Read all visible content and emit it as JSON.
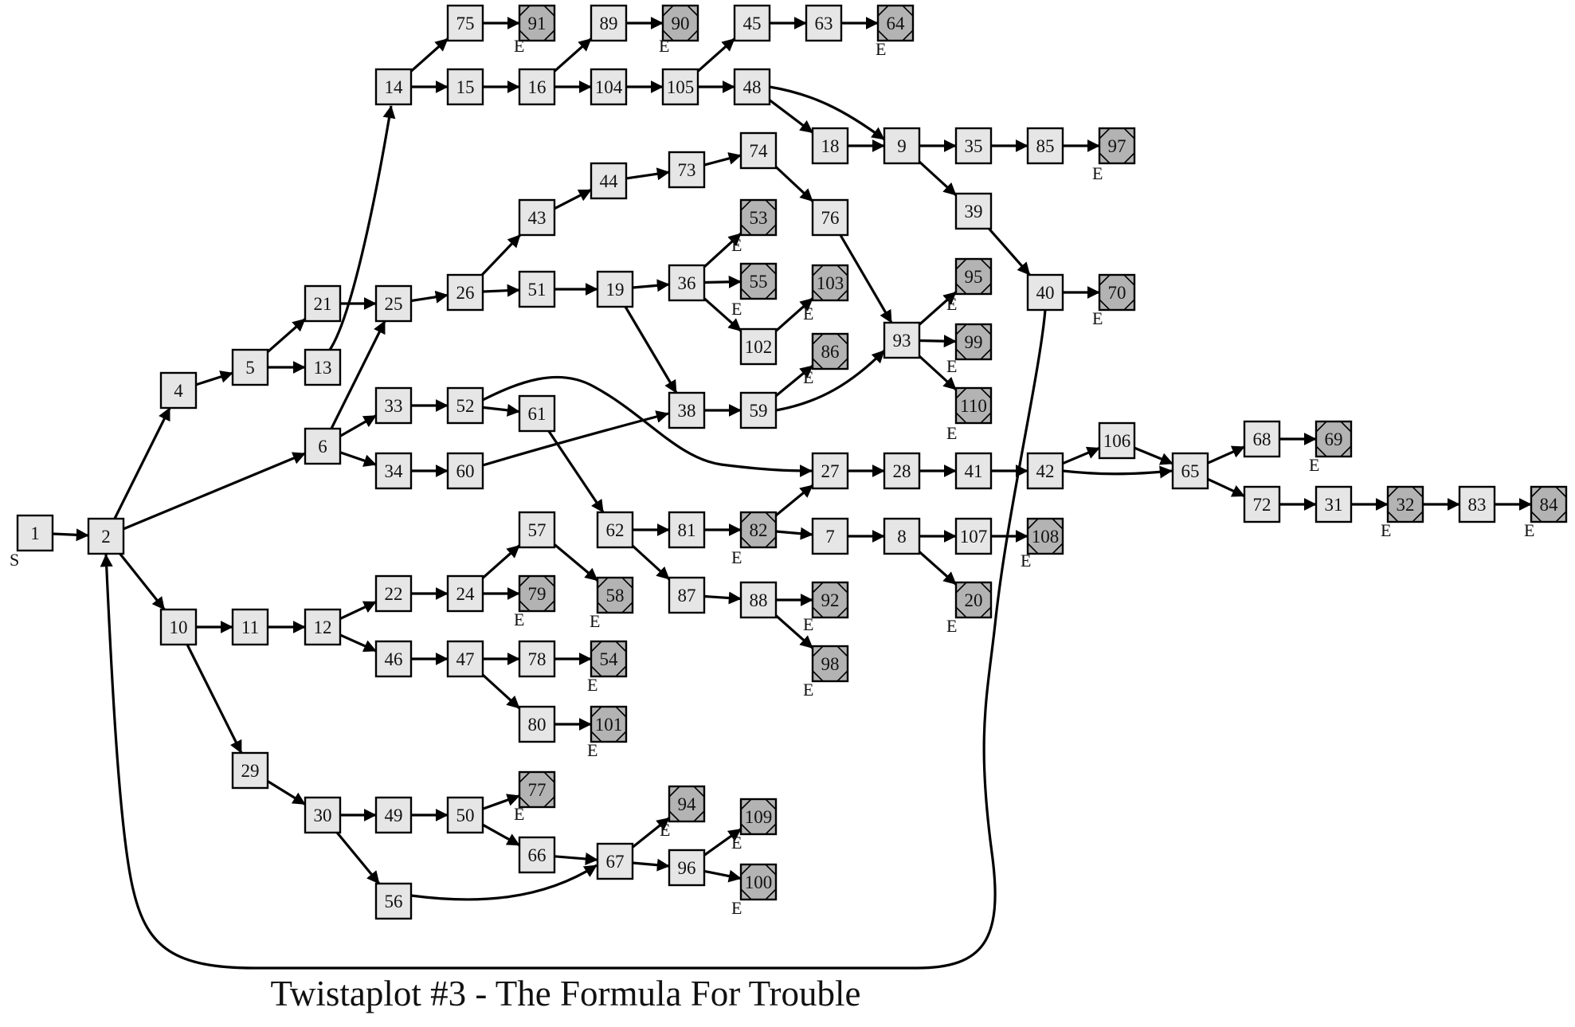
{
  "title": "Twistaplot #3 - The Formula For Trouble",
  "colors": {
    "node_fill": "#e6e6e6",
    "end_fill": "#b3b3b3",
    "stroke": "#000000",
    "background": "#ffffff"
  },
  "start_label": "S",
  "end_label": "E",
  "nodes": [
    {
      "id": "1",
      "tag": "S"
    },
    {
      "id": "2"
    },
    {
      "id": "4"
    },
    {
      "id": "5"
    },
    {
      "id": "21"
    },
    {
      "id": "13"
    },
    {
      "id": "25"
    },
    {
      "id": "14"
    },
    {
      "id": "75"
    },
    {
      "id": "91",
      "tag": "E"
    },
    {
      "id": "15"
    },
    {
      "id": "16"
    },
    {
      "id": "89"
    },
    {
      "id": "90",
      "tag": "E"
    },
    {
      "id": "104"
    },
    {
      "id": "105"
    },
    {
      "id": "45"
    },
    {
      "id": "63"
    },
    {
      "id": "64",
      "tag": "E"
    },
    {
      "id": "48"
    },
    {
      "id": "18"
    },
    {
      "id": "9"
    },
    {
      "id": "35"
    },
    {
      "id": "85"
    },
    {
      "id": "97",
      "tag": "E"
    },
    {
      "id": "39"
    },
    {
      "id": "40"
    },
    {
      "id": "70",
      "tag": "E"
    },
    {
      "id": "6"
    },
    {
      "id": "26"
    },
    {
      "id": "43"
    },
    {
      "id": "44"
    },
    {
      "id": "73"
    },
    {
      "id": "74"
    },
    {
      "id": "76"
    },
    {
      "id": "51"
    },
    {
      "id": "19"
    },
    {
      "id": "36"
    },
    {
      "id": "53",
      "tag": "E"
    },
    {
      "id": "55",
      "tag": "E"
    },
    {
      "id": "102"
    },
    {
      "id": "103",
      "tag": "E"
    },
    {
      "id": "93"
    },
    {
      "id": "95",
      "tag": "E"
    },
    {
      "id": "99",
      "tag": "E"
    },
    {
      "id": "110",
      "tag": "E"
    },
    {
      "id": "33"
    },
    {
      "id": "52"
    },
    {
      "id": "61"
    },
    {
      "id": "38"
    },
    {
      "id": "59"
    },
    {
      "id": "86",
      "tag": "E"
    },
    {
      "id": "34"
    },
    {
      "id": "60"
    },
    {
      "id": "27"
    },
    {
      "id": "28"
    },
    {
      "id": "41"
    },
    {
      "id": "42"
    },
    {
      "id": "106"
    },
    {
      "id": "65"
    },
    {
      "id": "68"
    },
    {
      "id": "69",
      "tag": "E"
    },
    {
      "id": "72"
    },
    {
      "id": "31"
    },
    {
      "id": "32",
      "tag": "E"
    },
    {
      "id": "83"
    },
    {
      "id": "84",
      "tag": "E"
    },
    {
      "id": "62"
    },
    {
      "id": "81"
    },
    {
      "id": "82",
      "tag": "E"
    },
    {
      "id": "7"
    },
    {
      "id": "8"
    },
    {
      "id": "107"
    },
    {
      "id": "108",
      "tag": "E"
    },
    {
      "id": "20",
      "tag": "E"
    },
    {
      "id": "87"
    },
    {
      "id": "88"
    },
    {
      "id": "92",
      "tag": "E"
    },
    {
      "id": "98",
      "tag": "E"
    },
    {
      "id": "10"
    },
    {
      "id": "11"
    },
    {
      "id": "12"
    },
    {
      "id": "22"
    },
    {
      "id": "24"
    },
    {
      "id": "57"
    },
    {
      "id": "58",
      "tag": "E"
    },
    {
      "id": "79",
      "tag": "E"
    },
    {
      "id": "46"
    },
    {
      "id": "47"
    },
    {
      "id": "78"
    },
    {
      "id": "54",
      "tag": "E"
    },
    {
      "id": "80"
    },
    {
      "id": "101",
      "tag": "E"
    },
    {
      "id": "29"
    },
    {
      "id": "30"
    },
    {
      "id": "49"
    },
    {
      "id": "50"
    },
    {
      "id": "77",
      "tag": "E"
    },
    {
      "id": "66"
    },
    {
      "id": "56"
    },
    {
      "id": "67"
    },
    {
      "id": "94",
      "tag": "E"
    },
    {
      "id": "96"
    },
    {
      "id": "109",
      "tag": "E"
    },
    {
      "id": "100",
      "tag": "E"
    }
  ],
  "edges": [
    [
      "1",
      "2"
    ],
    [
      "2",
      "4"
    ],
    [
      "2",
      "6"
    ],
    [
      "2",
      "10"
    ],
    [
      "4",
      "5"
    ],
    [
      "5",
      "21"
    ],
    [
      "5",
      "13"
    ],
    [
      "21",
      "25"
    ],
    [
      "13",
      "14"
    ],
    [
      "14",
      "75"
    ],
    [
      "14",
      "15"
    ],
    [
      "75",
      "91"
    ],
    [
      "15",
      "16"
    ],
    [
      "16",
      "89"
    ],
    [
      "16",
      "104"
    ],
    [
      "89",
      "90"
    ],
    [
      "104",
      "105"
    ],
    [
      "105",
      "45"
    ],
    [
      "105",
      "48"
    ],
    [
      "45",
      "63"
    ],
    [
      "63",
      "64"
    ],
    [
      "48",
      "9"
    ],
    [
      "48",
      "18"
    ],
    [
      "18",
      "9"
    ],
    [
      "9",
      "35"
    ],
    [
      "9",
      "39"
    ],
    [
      "35",
      "85"
    ],
    [
      "85",
      "97"
    ],
    [
      "39",
      "40"
    ],
    [
      "40",
      "70"
    ],
    [
      "40",
      "2"
    ],
    [
      "6",
      "25"
    ],
    [
      "6",
      "33"
    ],
    [
      "6",
      "34"
    ],
    [
      "25",
      "26"
    ],
    [
      "26",
      "43"
    ],
    [
      "26",
      "51"
    ],
    [
      "43",
      "44"
    ],
    [
      "44",
      "73"
    ],
    [
      "73",
      "74"
    ],
    [
      "74",
      "76"
    ],
    [
      "76",
      "93"
    ],
    [
      "51",
      "19"
    ],
    [
      "19",
      "36"
    ],
    [
      "19",
      "38"
    ],
    [
      "36",
      "53"
    ],
    [
      "36",
      "55"
    ],
    [
      "36",
      "102"
    ],
    [
      "102",
      "103"
    ],
    [
      "93",
      "95"
    ],
    [
      "93",
      "99"
    ],
    [
      "93",
      "110"
    ],
    [
      "33",
      "52"
    ],
    [
      "52",
      "61"
    ],
    [
      "52",
      "27"
    ],
    [
      "34",
      "60"
    ],
    [
      "60",
      "38"
    ],
    [
      "38",
      "59"
    ],
    [
      "59",
      "86"
    ],
    [
      "59",
      "93"
    ],
    [
      "61",
      "62"
    ],
    [
      "27",
      "28"
    ],
    [
      "28",
      "41"
    ],
    [
      "41",
      "42"
    ],
    [
      "42",
      "106"
    ],
    [
      "42",
      "65"
    ],
    [
      "106",
      "65"
    ],
    [
      "65",
      "68"
    ],
    [
      "65",
      "72"
    ],
    [
      "68",
      "69"
    ],
    [
      "72",
      "31"
    ],
    [
      "31",
      "32"
    ],
    [
      "32",
      "83"
    ],
    [
      "83",
      "84"
    ],
    [
      "62",
      "81"
    ],
    [
      "62",
      "87"
    ],
    [
      "81",
      "82"
    ],
    [
      "82",
      "27"
    ],
    [
      "82",
      "7"
    ],
    [
      "7",
      "8"
    ],
    [
      "8",
      "107"
    ],
    [
      "8",
      "20"
    ],
    [
      "107",
      "108"
    ],
    [
      "87",
      "88"
    ],
    [
      "88",
      "92"
    ],
    [
      "88",
      "98"
    ],
    [
      "10",
      "11"
    ],
    [
      "10",
      "29"
    ],
    [
      "11",
      "12"
    ],
    [
      "12",
      "22"
    ],
    [
      "12",
      "46"
    ],
    [
      "22",
      "24"
    ],
    [
      "24",
      "57"
    ],
    [
      "24",
      "79"
    ],
    [
      "57",
      "58"
    ],
    [
      "46",
      "47"
    ],
    [
      "47",
      "78"
    ],
    [
      "47",
      "80"
    ],
    [
      "78",
      "54"
    ],
    [
      "80",
      "101"
    ],
    [
      "29",
      "30"
    ],
    [
      "30",
      "49"
    ],
    [
      "30",
      "56"
    ],
    [
      "49",
      "50"
    ],
    [
      "50",
      "77"
    ],
    [
      "50",
      "66"
    ],
    [
      "66",
      "67"
    ],
    [
      "56",
      "67"
    ],
    [
      "67",
      "94"
    ],
    [
      "67",
      "96"
    ],
    [
      "96",
      "109"
    ],
    [
      "96",
      "100"
    ]
  ]
}
